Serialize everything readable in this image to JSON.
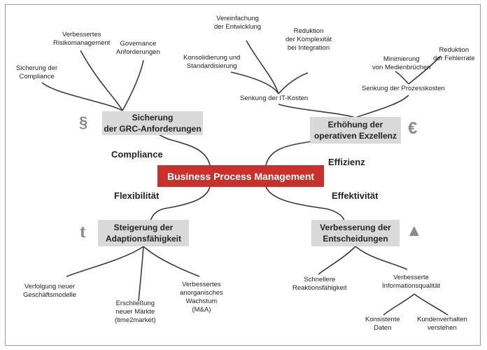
{
  "center": "Business Process Management",
  "categories": {
    "compliance": "Compliance",
    "effizienz": "Effizienz",
    "flexibilitaet": "Flexibilität",
    "effektivitaet": "Effektivität"
  },
  "goals": {
    "grc": "Sicherung\nder GRC-Anforderungen",
    "exzellenz": "Erhöhung der\noperativen Exzellenz",
    "adaption": "Steigerung der\nAdaptionsfähigkeit",
    "entscheidungen": "Verbesserung der\nEntscheidungen"
  },
  "symbols": {
    "paragraph": "§",
    "euro": "€",
    "t": "t",
    "triangle": "▲"
  },
  "compliance_items": {
    "sicherung_compliance": "Sicherung der\nCompliance",
    "risikomanagement": "Verbessertes\nRisikomanagement",
    "governance": "Governance\nAnforderungen"
  },
  "it_kosten": {
    "title": "Senkung der IT-Kosten",
    "konsolidierung": "Konsolidierung und\nStandardisierung",
    "vereinfachung": "Vereinfachung\nder Entwicklung",
    "reduktion_komplexitaet": "Reduktion\nder Komplexität\nbei Integration"
  },
  "prozesskosten": {
    "title": "Senkung der Prozesskosten",
    "minimierung": "Minimierung\nvon Medienbrüchen",
    "fehlerrate": "Reduktion\nder Fehlerrate"
  },
  "adaption_items": {
    "geschaeftsmodelle": "Verfolgung neuer\nGeschäftsmodelle",
    "maerkte": "Erschließung\nneuer Märkte\n(time2market)",
    "wachstum": "Verbessertes\nanorganisches\nWachstum\n(M&A)"
  },
  "entscheidung_items": {
    "reaktion": "Schnellere\nReaktionsfähigkeit",
    "info": "Verbesserte\nInformationsqualität",
    "daten": "Konsistente\nDaten",
    "kunden": "Kundenverhalten\nverstehen"
  },
  "colors": {
    "center_bg": "#c8312b",
    "box_bg": "#d9d9d9",
    "line": "#3a3a3a",
    "symbol": "#8a8a8a"
  }
}
